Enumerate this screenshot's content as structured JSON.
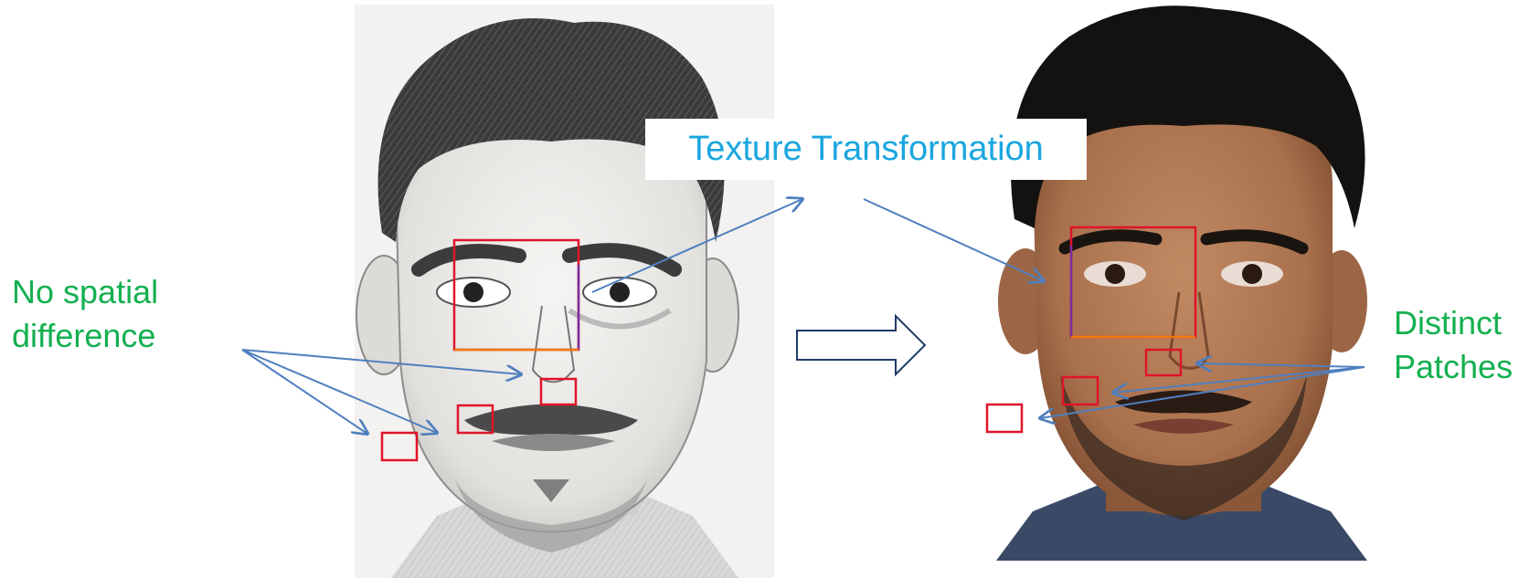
{
  "labels": {
    "texture_transformation": "Texture Transformation",
    "no_spatial_difference": [
      "No spatial",
      "difference"
    ],
    "distinct_patches": [
      "Distinct",
      "Patches"
    ]
  },
  "images": {
    "sketch": "pencil-sketch-face",
    "photo": "face-photograph"
  },
  "colors": {
    "label_green": "#14b050",
    "label_blue": "#1aa6e0",
    "arrow_blue": "#4f7fbf",
    "box_red": "#e0142a",
    "box_purple": "#7a2ea0",
    "box_orange": "#f07a10"
  }
}
